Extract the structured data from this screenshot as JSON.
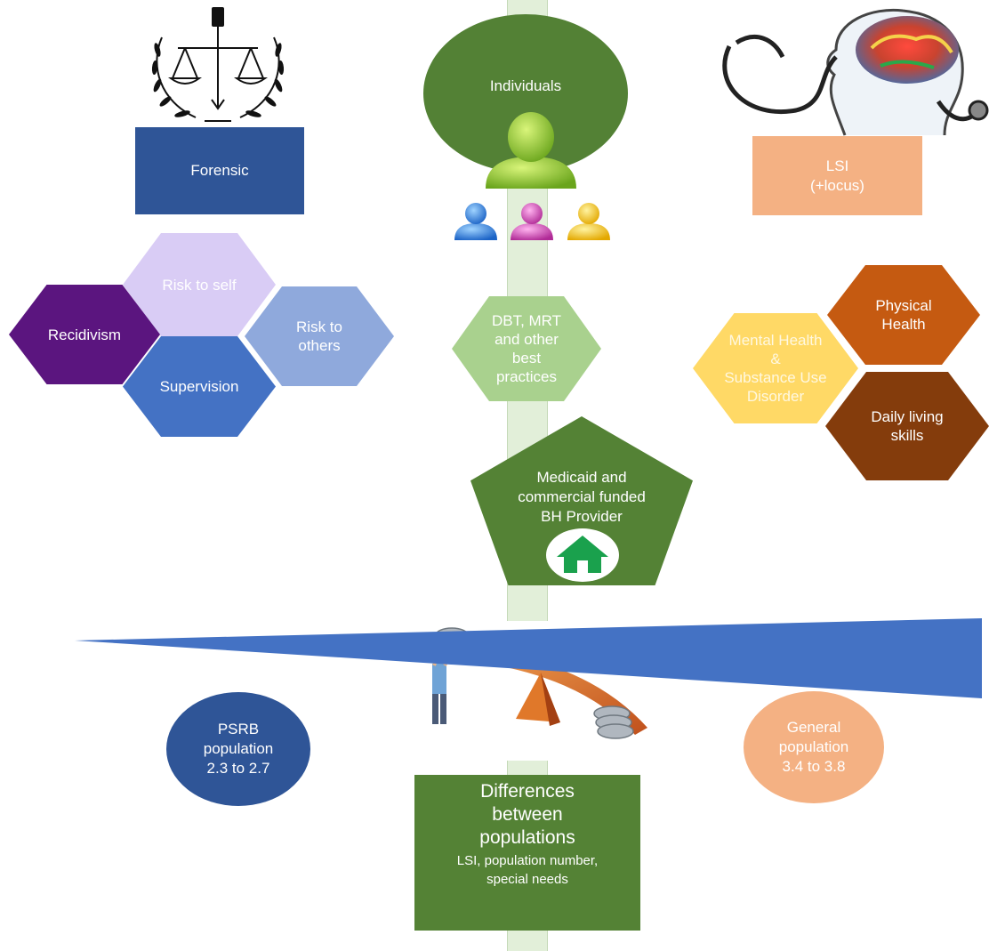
{
  "forensic": {
    "label": "Forensic"
  },
  "individuals": {
    "label": "Individuals"
  },
  "lsi": {
    "label": "LSI",
    "sub": "(+locus)"
  },
  "forensic_factors": {
    "risk_self": "Risk to self",
    "recidivism": "Recidivism",
    "risk_others": "Risk to\nothers",
    "supervision": "Supervision"
  },
  "practices": {
    "label": "DBT, MRT\nand other\nbest\npractices"
  },
  "health_needs": {
    "physical": "Physical\nHealth",
    "mental": "Mental Health\n&\nSubstance Use\nDisorder",
    "daily": "Daily living\nskills"
  },
  "provider": {
    "label": "Medicaid and\ncommercial  funded\nBH Provider"
  },
  "differences": {
    "title": "Differences\nbetween\npopulations",
    "sub": "LSI, population number,\nspecial  needs"
  },
  "psrb": {
    "label": "PSRB\npopulation\n2.3 to 2.7"
  },
  "general": {
    "label": "General\npopulation\n3.4 to 3.8"
  },
  "colors": {
    "forensic": "#2f5597",
    "individuals": "#538135",
    "lsi": "#f4b183",
    "risk_self": "#d9ccf5",
    "recidivism": "#5b157f",
    "risk_others": "#8fa9dc",
    "supervision": "#4472c4",
    "practices": "#a9d18e",
    "physical": "#c55a11",
    "mental": "#ffd966",
    "daily": "#843c0c",
    "provider": "#548235",
    "psrb": "#2f5597",
    "general": "#f4b183",
    "wedge": "#4472c4",
    "timeline": "#e2efd9"
  }
}
